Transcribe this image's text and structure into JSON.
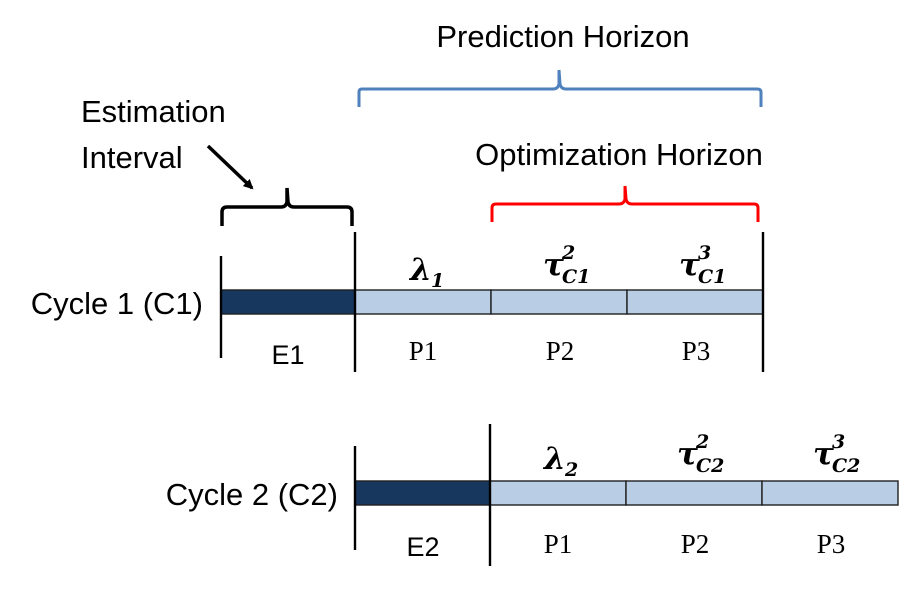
{
  "colors": {
    "estimation_fill": "#17375E",
    "prediction_fill": "#B9CDE5",
    "prediction_brace": "#4F81BD",
    "optimization_brace": "#FF0000",
    "estimation_brace": "#000000"
  },
  "labels": {
    "prediction_horizon": "Prediction Horizon",
    "optimization_horizon": "Optimization Horizon",
    "estimation_line1": "Estimation",
    "estimation_line2": "Interval"
  },
  "cycles": [
    {
      "name": "Cycle 1 (C1)",
      "estimation_label": "E1",
      "segments": [
        {
          "label": "P1",
          "symbol": "λ",
          "sub": "1",
          "sup": ""
        },
        {
          "label": "P2",
          "symbol": "τ",
          "sub": "C1",
          "sup": "2"
        },
        {
          "label": "P3",
          "symbol": "τ",
          "sub": "C1",
          "sup": "3"
        }
      ]
    },
    {
      "name": "Cycle 2 (C2)",
      "estimation_label": "E2",
      "segments": [
        {
          "label": "P1",
          "symbol": "λ",
          "sub": "2",
          "sup": ""
        },
        {
          "label": "P2",
          "symbol": "τ",
          "sub": "C2",
          "sup": "2"
        },
        {
          "label": "P3",
          "symbol": "τ",
          "sub": "C2",
          "sup": "3"
        }
      ]
    }
  ]
}
